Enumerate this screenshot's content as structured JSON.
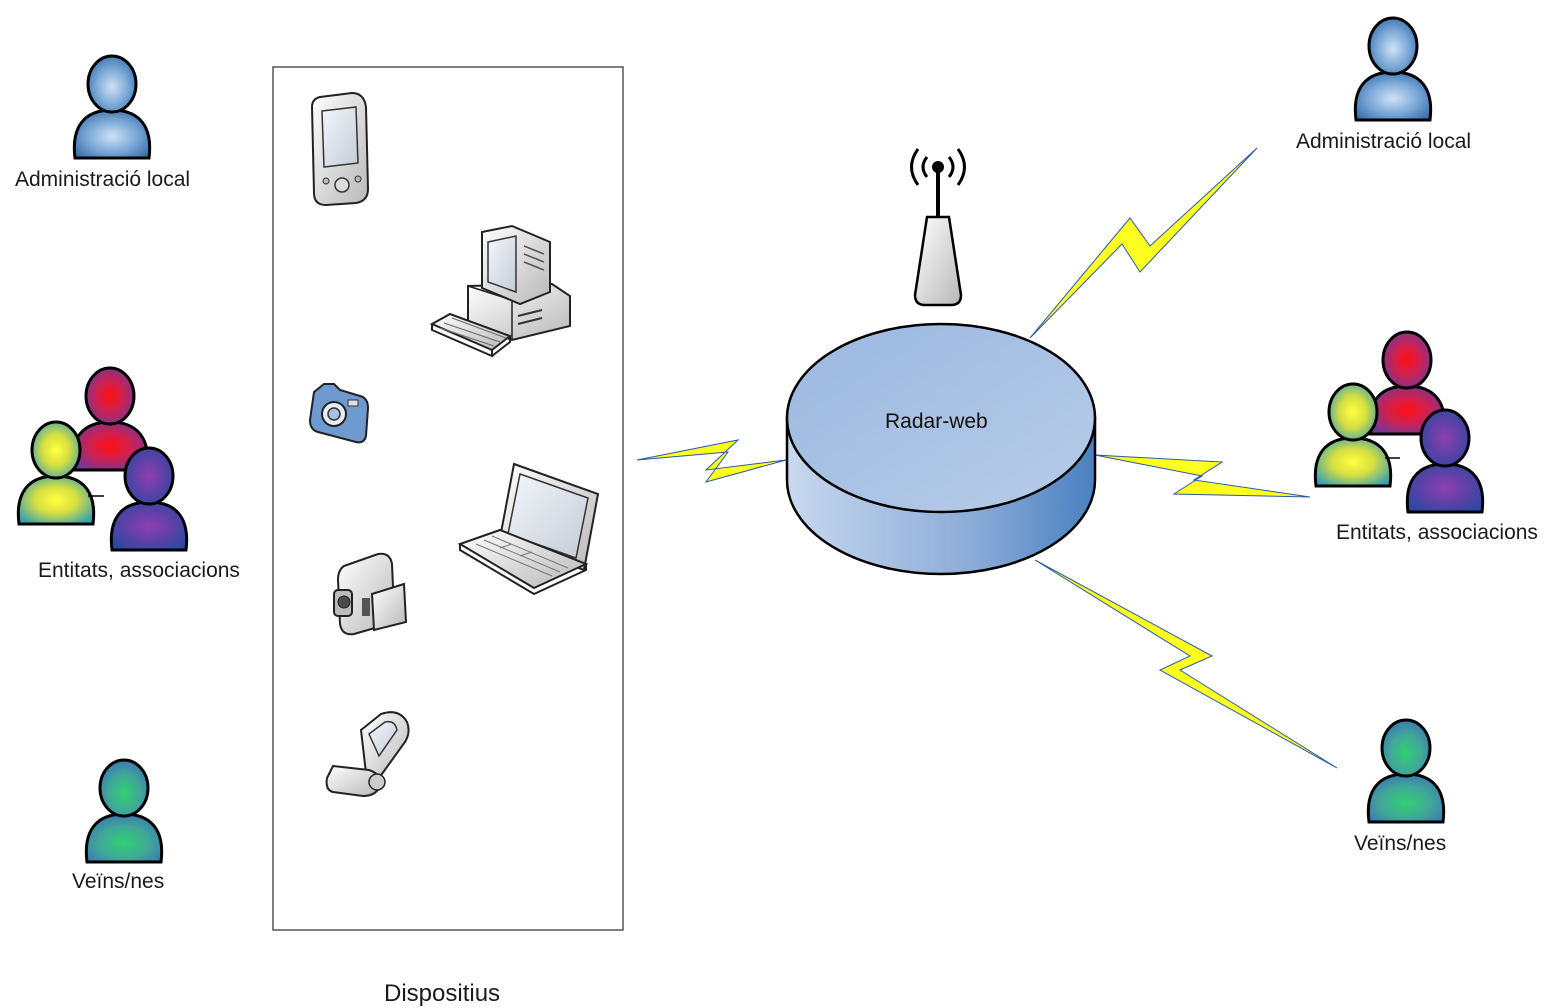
{
  "left": {
    "local_admin_label": "Administració local",
    "entities_label": "Entitats, associacions",
    "neighbors_label": "Veïns/nes"
  },
  "devices": {
    "title": "Dispositius",
    "items": [
      "pda-icon",
      "desktop-computer-icon",
      "camera-icon",
      "laptop-icon",
      "video-camera-icon",
      "mobile-phone-icon"
    ]
  },
  "center": {
    "server_label": "Radar-web",
    "antenna": "wireless-antenna-icon"
  },
  "right": {
    "local_admin_label": "Administració local",
    "entities_label": "Entitats, associacions",
    "neighbors_label": "Veïns/nes"
  },
  "colors": {
    "person_blue": "#5a92c8",
    "person_red": "#e01020",
    "person_yellow": "#f0f020",
    "person_purple": "#6040a0",
    "person_teal": "#40a898",
    "lightning": "#ffff20",
    "server": "#8fb0db"
  }
}
